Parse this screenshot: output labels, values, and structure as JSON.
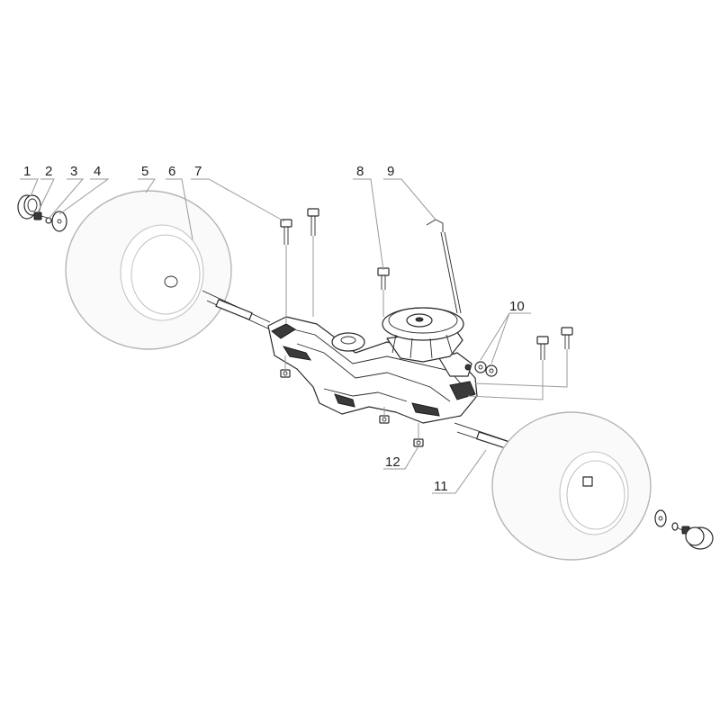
{
  "callouts": [
    {
      "id": "1"
    },
    {
      "id": "2"
    },
    {
      "id": "3"
    },
    {
      "id": "4"
    },
    {
      "id": "5"
    },
    {
      "id": "6"
    },
    {
      "id": "7"
    },
    {
      "id": "8"
    },
    {
      "id": "9"
    },
    {
      "id": "10"
    },
    {
      "id": "11"
    },
    {
      "id": "12"
    }
  ],
  "colors": {
    "line_art": "#2a2a2a",
    "tire_outline": "#b5b5b5",
    "leader_lines": "#9a9a9a",
    "background": "#ffffff"
  }
}
